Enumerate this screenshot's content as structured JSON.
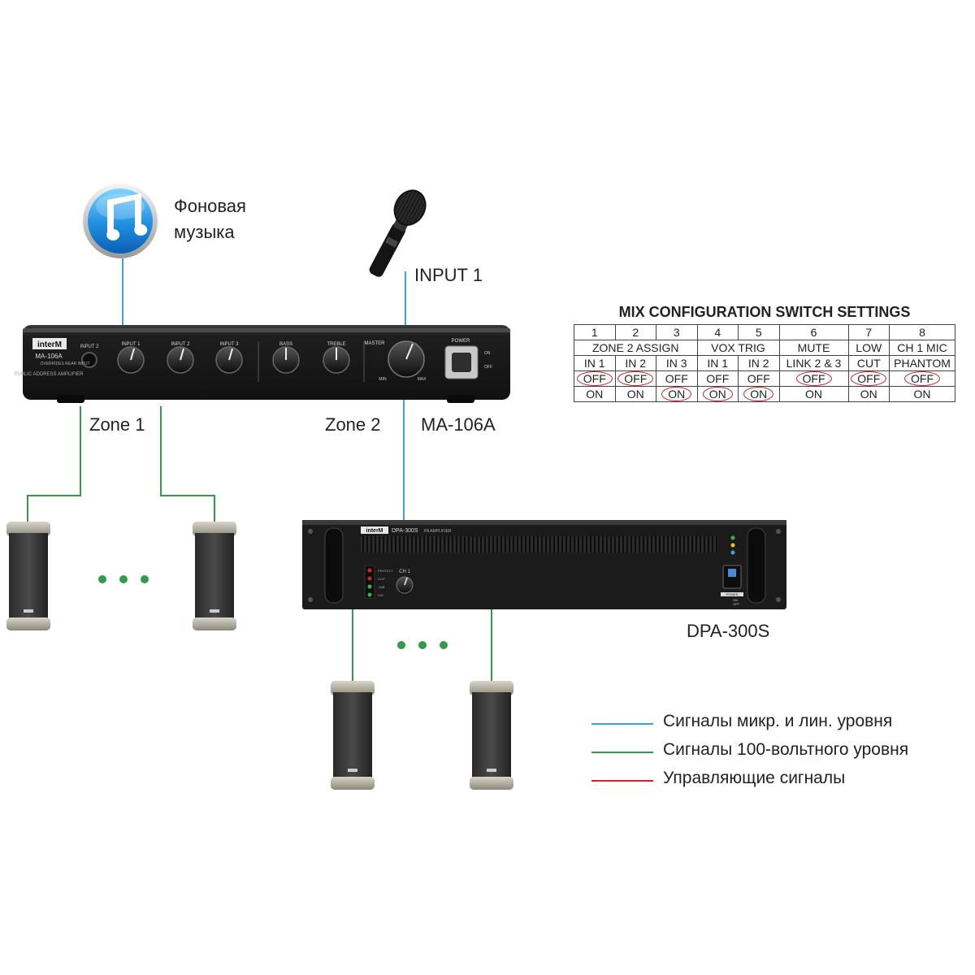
{
  "colors": {
    "line_signal": "#3aa6d6",
    "speaker_line": "#2e9c4a",
    "control": "#d0242a",
    "device_body": "#1f1f1f"
  },
  "labels": {
    "music_line1": "Фоновая",
    "music_line2": "музыка",
    "input1": "INPUT 1",
    "zone1": "Zone 1",
    "zone2": "Zone 2",
    "mixer_model": "MA-106A",
    "amp_model": "DPA-300S"
  },
  "icons": {
    "music": "itunes-music-note-icon",
    "microphone": "microphone-icon",
    "speaker": "column-speaker-icon"
  },
  "mixer": {
    "brand": "interM",
    "model_plate": "MA-106A",
    "input2": "INPUT 2",
    "overrides": "OVERRIDES REAR INPUT",
    "tagline": "PUBLIC ADDRESS AMPLIFIER",
    "knobs": [
      "INPUT 1",
      "INPUT 2",
      "INPUT 3",
      "BASS",
      "TREBLE"
    ],
    "master": "MASTER",
    "min": "MIN",
    "max": "MAX",
    "power": "POWER",
    "on": "ON",
    "off": "OFF"
  },
  "amp": {
    "brand": "interM",
    "model_plate": "DPA-300S",
    "type": "PA AMPLIFIER",
    "channel": "CH 1",
    "leds": [
      "PROTECT",
      "CLIP",
      "-3dB",
      "SIG"
    ],
    "power": "POWER",
    "on": "ON",
    "off": "OFF"
  },
  "switch_table": {
    "title": "MIX CONFIGURATION SWITCH SETTINGS",
    "numbers": [
      "1",
      "2",
      "3",
      "4",
      "5",
      "6",
      "7",
      "8"
    ],
    "groups": [
      {
        "label": "ZONE 2  ASSIGN",
        "span": 3
      },
      {
        "label": "VOX  TRIG",
        "span": 2
      },
      {
        "label": "MUTE",
        "span": 1
      },
      {
        "label": "LOW",
        "span": 1
      },
      {
        "label": "CH 1 MIC",
        "span": 1
      }
    ],
    "names": [
      "IN 1",
      "IN 2",
      "IN 3",
      "IN 1",
      "IN 2",
      "LINK 2 & 3",
      "CUT",
      "PHANTOM"
    ],
    "off_row": [
      "OFF",
      "OFF",
      "OFF",
      "OFF",
      "OFF",
      "OFF",
      "OFF",
      "OFF"
    ],
    "on_row": [
      "ON",
      "ON",
      "ON",
      "ON",
      "ON",
      "ON",
      "ON",
      "ON"
    ],
    "settings": [
      "OFF",
      "OFF",
      "ON",
      "ON",
      "ON",
      "OFF",
      "OFF",
      "OFF"
    ]
  },
  "legend": [
    {
      "text": "Сигналы микр. и лин. уровня",
      "color": "#3aa6d6"
    },
    {
      "text": "Сигналы 100-вольтного уровня",
      "color": "#2e9c4a"
    },
    {
      "text": "Управляющие сигналы",
      "color": "#d0242a"
    }
  ]
}
